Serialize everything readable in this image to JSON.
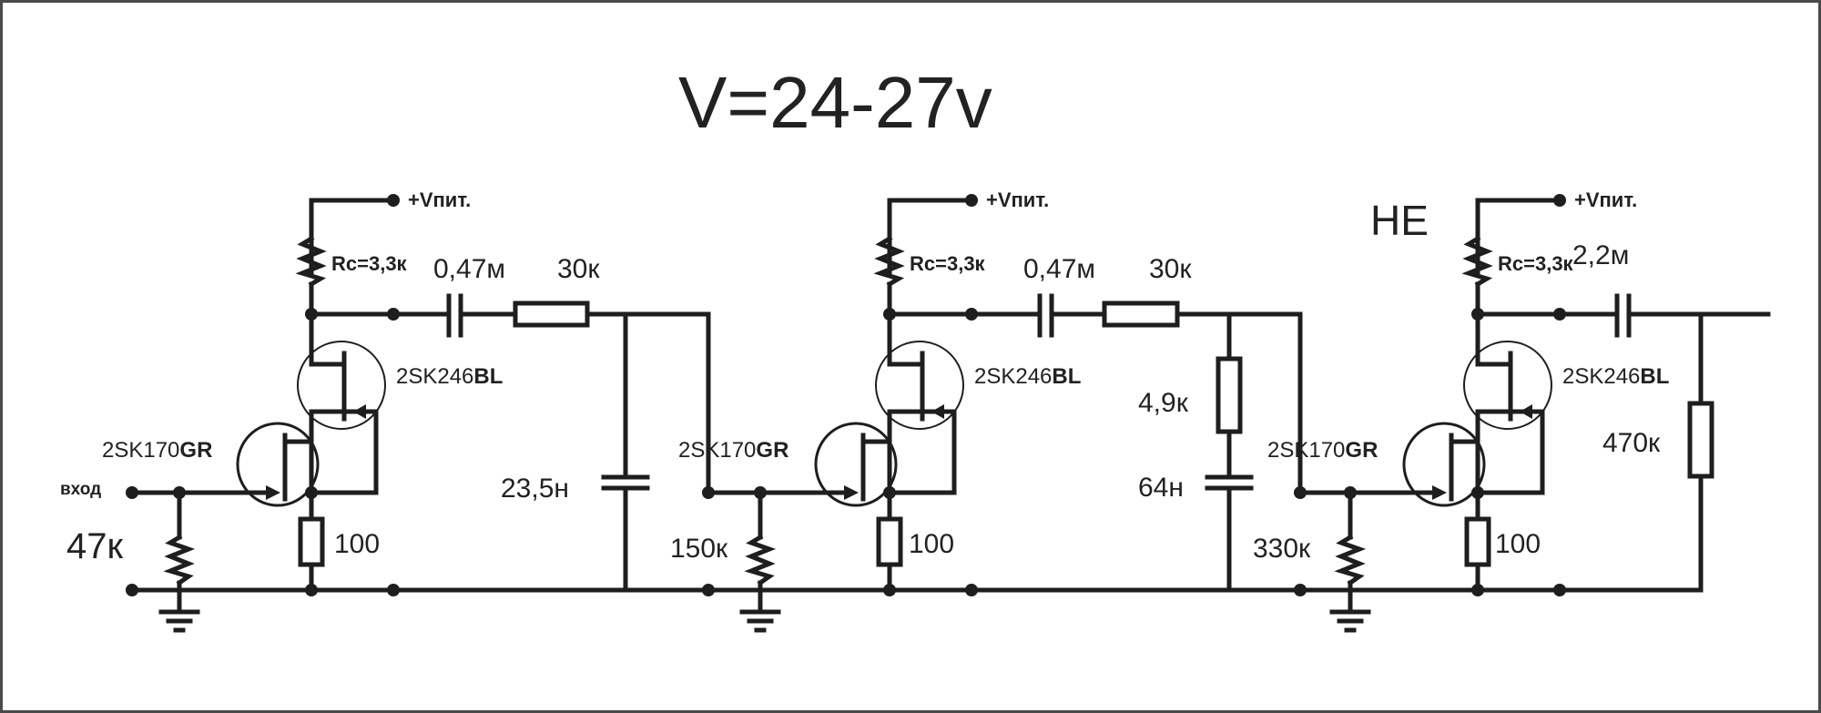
{
  "diagram": {
    "title": "V=24-27v",
    "marker": "НЕ",
    "input_label": "вход",
    "stages": [
      {
        "supply": "+Vпит.",
        "rc": "Rc=3,3к",
        "upper_jfet": {
          "name": "2SK246",
          "grade": "BL"
        },
        "lower_jfet": {
          "name": "2SK170",
          "grade": "GR"
        },
        "coupling_cap": "0,47м",
        "series_resistor": "30к",
        "shunt_cap": "23,5н",
        "gate_resistor": "47к",
        "source_resistor": "100"
      },
      {
        "supply": "+Vпит.",
        "rc": "Rc=3,3к",
        "upper_jfet": {
          "name": "2SK246",
          "grade": "BL"
        },
        "lower_jfet": {
          "name": "2SK170",
          "grade": "GR"
        },
        "coupling_cap": "0,47м",
        "series_resistor": "30к",
        "shunt_resistor": "4,9к",
        "shunt_cap": "64н",
        "gate_resistor": "150к",
        "source_resistor": "100"
      },
      {
        "supply": "+Vпит.",
        "rc": "Rc=3,3к",
        "upper_jfet": {
          "name": "2SK246",
          "grade": "BL"
        },
        "lower_jfet": {
          "name": "2SK170",
          "grade": "GR"
        },
        "coupling_cap": "2,2м",
        "gate_resistor": "330к",
        "source_resistor": "100",
        "output_resistor": "470к"
      }
    ],
    "colors": {
      "ink": "#1e1e1e",
      "border": "#4a4a4a",
      "background": "#ffffff"
    }
  }
}
